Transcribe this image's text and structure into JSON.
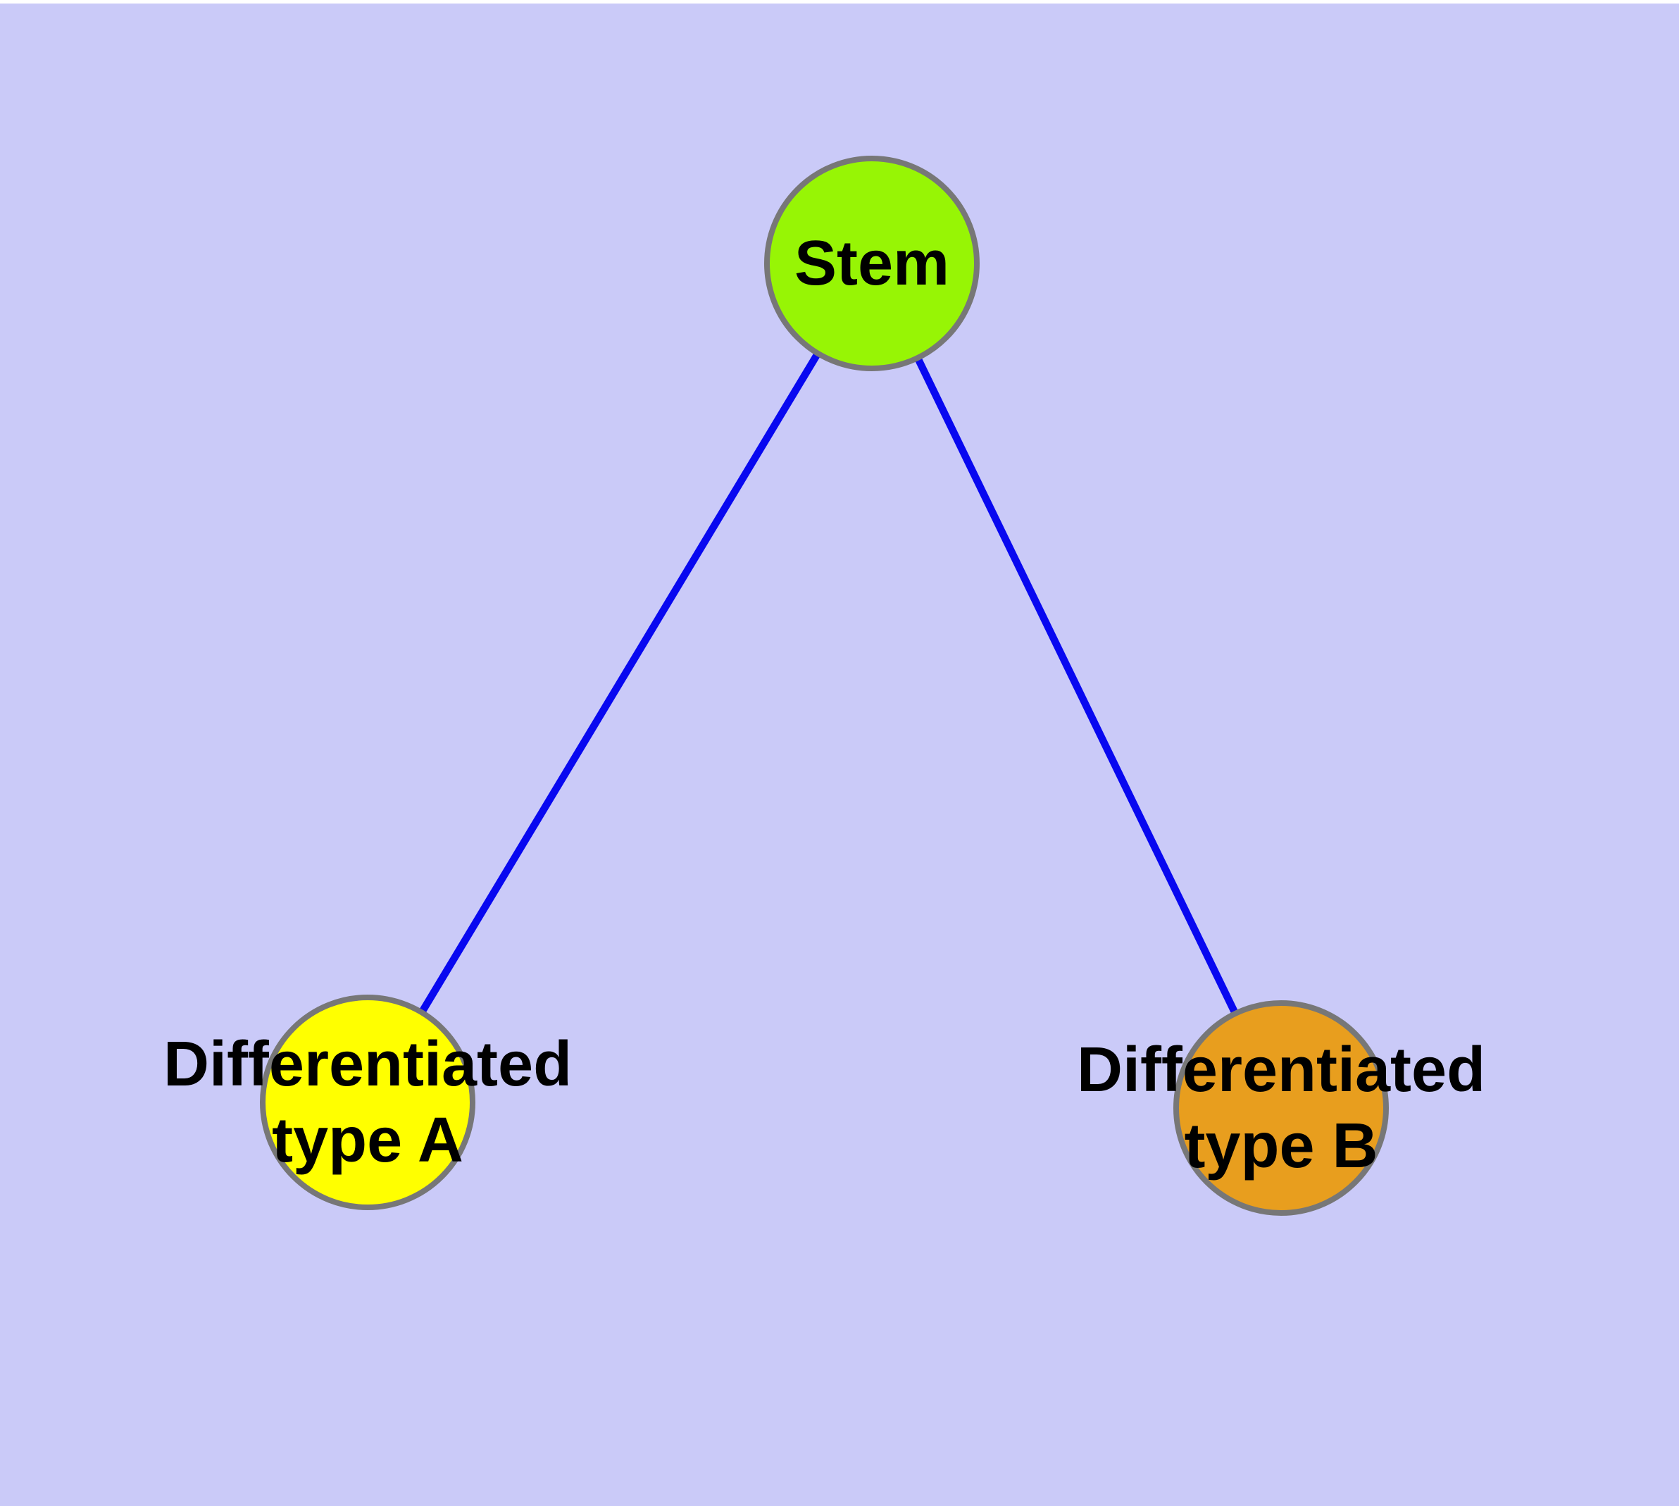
{
  "diagram": {
    "type": "graph",
    "background_color": "#CACAF8",
    "top_margin_color": "#FFFFFF",
    "edge_color": "#0808F0",
    "node_border_color": "#777777",
    "label_color": "#000000",
    "nodes": [
      {
        "id": "stem",
        "label": "Stem",
        "fill_color": "#97F505"
      },
      {
        "id": "type-a",
        "label": "Differentiated\ntype A",
        "fill_color": "#FFFF00"
      },
      {
        "id": "type-b",
        "label": "Differentiated\ntype B",
        "fill_color": "#E89E1E"
      }
    ],
    "edges": [
      {
        "from": "Stem",
        "to": "Differentiated type A"
      },
      {
        "from": "Stem",
        "to": "Differentiated type B"
      }
    ]
  }
}
